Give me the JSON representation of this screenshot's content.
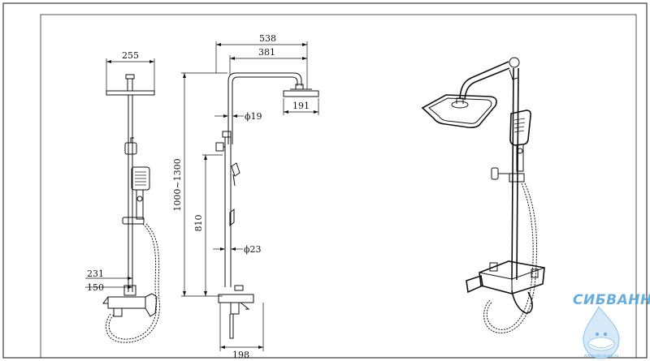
{
  "drawing": {
    "front_view": {
      "dimensions": {
        "head_width": "255",
        "spout_width": "231",
        "mixer_width": "150"
      }
    },
    "side_view": {
      "dimensions": {
        "total_reach": "538",
        "arm_reach": "381",
        "head_depth": "191",
        "height_range": "1000~1300",
        "column_length": "810",
        "upper_pipe_diameter": "ϕ19",
        "lower_pipe_diameter": "ϕ23",
        "mixer_depth": "198"
      }
    }
  },
  "watermark": {
    "brand": "СИБВАННА",
    "url": "www.sibvanna.ru",
    "colors": {
      "brand": "#4f9fd8"
    }
  }
}
